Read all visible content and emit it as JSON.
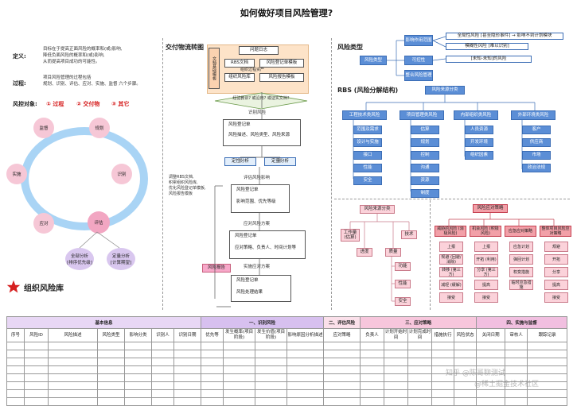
{
  "title": "如何做好项目风险管理?",
  "left": {
    "definition_label": "定义:",
    "definition_lines": [
      "目标在于提高正面风险的概率和(或)影响,",
      "降低负面风险的概率和(或)影响,",
      "从而提高项目成功的可能性。"
    ],
    "process_label": "过程:",
    "process_lines": [
      "项目风险管理的过程包括",
      "规划、识别、评估、应对、实施、监督 六个步骤。"
    ],
    "control_label": "风控对象:",
    "control_items": [
      "① 过程",
      "② 交付物",
      "③ 其它"
    ],
    "cycle_nodes": [
      "监督",
      "规划",
      "识别",
      "评估",
      "应对",
      "实施"
    ],
    "cycle_extra": [
      {
        "line1": "全部分析",
        "line2": "[排序优先级]"
      },
      {
        "line1": "定量分析",
        "line2": "[计算期望]"
      }
    ],
    "org_db": "组织风险库",
    "star_icon": "star-icon"
  },
  "flow": {
    "title": "交付物流转图",
    "side_label": "文档基础模板",
    "top_doc": "问题日志",
    "rbs_doc": "RBS文档",
    "risk_reg": "风险登记单模板",
    "org_proc": "组织风险库",
    "check_proc": "组织过程资产",
    "risk_report": "风险报告模板",
    "question": "经验教训? 或沿用? 或证实文档?",
    "identify": "识别风险",
    "reg1_title": "风险登记单",
    "reg1_body": "风险描述、风险类型、风险来源",
    "qualitative": "定性分析",
    "quantitative": "定量分析",
    "assess": "评估风险影响",
    "reg2_title": "风险登记单",
    "reg2_body": "影响范围、优先等级",
    "respond_plan": "应对风险方案",
    "reg3_title": "风险登记单",
    "reg3_body": "应对策略、负责人、时间计划等",
    "report_box": "风险报告",
    "implement": "实施应对方案",
    "reg4_title": "风险登记单",
    "reg4_body": "风险处理结果",
    "update_note": [
      "调整RBS文档,",
      "积累组织风险库,",
      "优化风险登记单模板,",
      "风险报告模板"
    ]
  },
  "types": {
    "title": "风险类型",
    "root": "风险类型",
    "a": "影响作用范围",
    "a1": "全局性风险 [甚至隐形事件] → 影响不到计划模块",
    "a2": "模糊性风险 [难以识别]",
    "b": "可控性",
    "b1": "[未知-未知]的风险",
    "c": "整合风险管理"
  },
  "rbs": {
    "title": "RBS (风险分解结构)",
    "root": "风险来源分类",
    "cats": [
      {
        "name": "工程技术类风险",
        "items": [
          "范围及需求",
          "设计与实施",
          "接口",
          "性能",
          "安全"
        ]
      },
      {
        "name": "项目管理类风险",
        "items": [
          "估算",
          "规划",
          "控制",
          "沟通",
          "资源",
          "制度"
        ]
      },
      {
        "name": "内部组织类风险",
        "items": [
          "人员资源",
          "开发环境",
          "组织因素"
        ]
      },
      {
        "name": "外部环境类风险",
        "items": [
          "客户",
          "供应商",
          "市场",
          "政治法规"
        ]
      }
    ]
  },
  "ident": {
    "title": "风险来源分类",
    "n1": "工作量 (估算)",
    "n2": "技术",
    "n3": "进度",
    "n4": "质量",
    "leaf": [
      "功能",
      "性能",
      "安全"
    ]
  },
  "strategy": {
    "title": "风险应对策略",
    "cols": [
      {
        "name": "威胁的风险 (消极风险)",
        "items": [
          "上报",
          "规避 (回避/消除)",
          "转移 (第三方)",
          "减轻 (缓解)",
          "接受"
        ]
      },
      {
        "name": "机会风险 (积极风险)",
        "items": [
          "上报",
          "开拓 (利用)",
          "分享 (第三方)",
          "提高",
          "接受"
        ]
      },
      {
        "name": "应急应对策略",
        "items": [
          "应急计划",
          "弹回计划",
          "权变措施",
          "临时应急措施"
        ]
      },
      {
        "name": "整体项目风险应对策略",
        "items": [
          "规避",
          "开拓",
          "分享",
          "提高",
          "接受"
        ]
      }
    ]
  },
  "table": {
    "groups": [
      "基本信息",
      "一、识别风险",
      "二、评估风险",
      "三、应对策略",
      "四、实施与监督"
    ],
    "headers": [
      "序号",
      "风险ID",
      "风险描述",
      "风险类型",
      "影响分类",
      "识别人",
      "识别日期",
      "优先等",
      "发生概率(项目阶段)",
      "发生价值(项目阶段)",
      "影响原因分析描述",
      "应对策略",
      "负责人",
      "计划开始时间",
      "计划完成时间",
      "措施执行",
      "风险状态",
      "关闭日期",
      "审核人",
      "跟踪记录"
    ]
  },
  "watermark": "知乎 @陈哥聊测试",
  "watermark2": "@稀土掘金技术社区"
}
